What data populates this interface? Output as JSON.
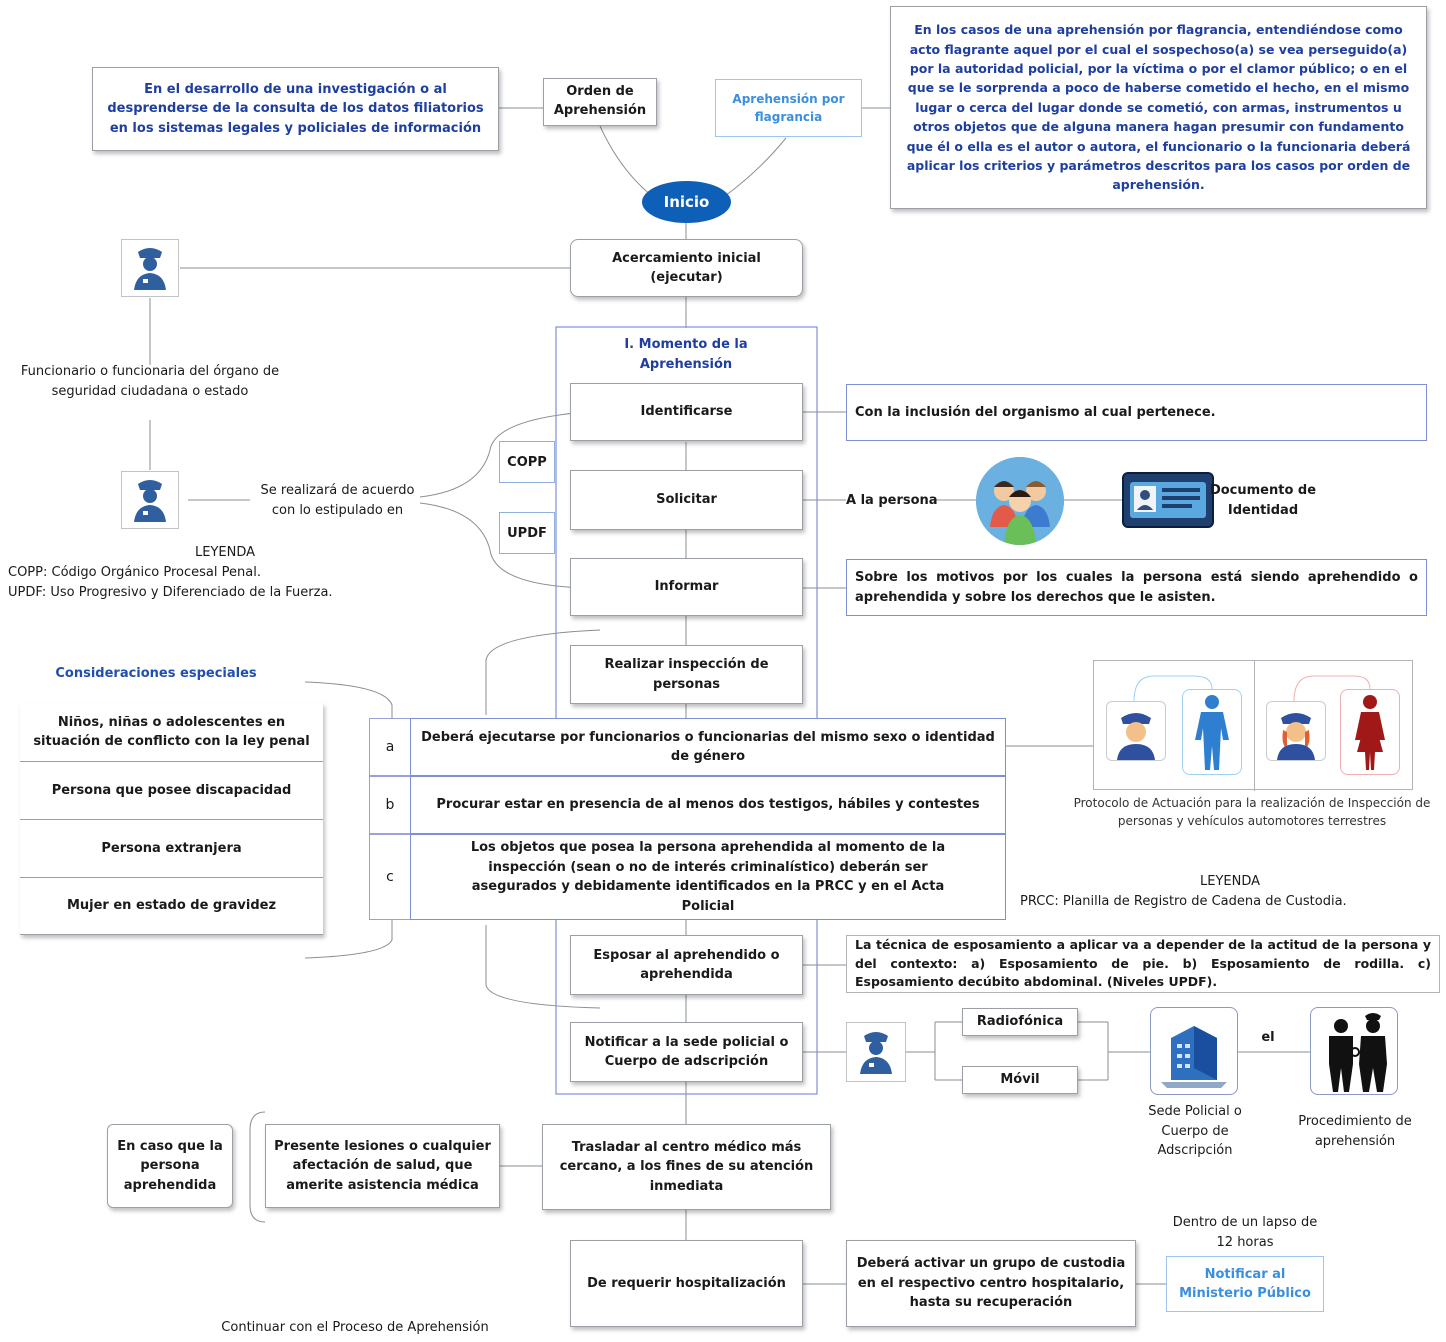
{
  "intro": {
    "investigation_text": "En el desarrollo de una investigación o al desprenderse de la consulta de los datos filiatorios en los sistemas legales y policiales de información",
    "orden_label": "Orden de Aprehensión",
    "flagrancia_label": "Aprehensión por flagrancia",
    "flagrancia_text": "En los casos de una aprehensión por flagrancia, entendiéndose como acto flagrante aquel por el cual el sospechoso(a) se vea perseguido(a) por la autoridad policial, por la víctima o por el clamor público; o en el que se le sorprenda a poco de haberse cometido el hecho, en el mismo lugar o cerca del lugar donde se cometió, con armas, instrumentos u otros objetos que de alguna manera hagan presumir con fundamento que él o ella es el autor o autora, el funcionario o la funcionaria deberá aplicar los criterios y parámetros descritos para los casos por orden de aprehensión.",
    "inicio_label": "Inicio"
  },
  "actors": {
    "officer_label": "Funcionario o funcionaria del órgano de seguridad ciudadana o estado",
    "agreement_text": "Se realizará de acuerdo con lo estipulado en",
    "copp_tab": "COPP",
    "updf_tab": "UPDF",
    "legend_title": "LEYENDA",
    "legend_copp": "COPP: Código Orgánico Procesal Penal.",
    "legend_updf": "UPDF: Uso Progresivo y Diferenciado de la Fuerza."
  },
  "steps": {
    "acercamiento": "Acercamiento inicial (ejecutar)",
    "momento_title": "I. Momento de la Aprehensión",
    "identificarse": "Identificarse",
    "solicitar": "Solicitar",
    "informar": "Informar",
    "inspeccion": "Realizar inspección de personas",
    "esposar": "Esposar al aprehendido o aprehendida",
    "notificar_sede": "Notificar a la sede policial o Cuerpo de adscripción",
    "trasladar": "Trasladar al centro médico más cercano, a los fines de su atención inmediata",
    "hospitalizacion": "De requerir hospitalización"
  },
  "details": {
    "identificarse_note": "Con la inclusión del organismo al cual pertenece.",
    "solicitar_note": "A la persona",
    "documento": "Documento de Identidad",
    "informar_note": "Sobre los motivos por los cuales la persona está siendo aprehendido o aprehendida y sobre los derechos que le asisten.",
    "esposar_note": "La técnica de esposamiento a aplicar va a depender de la actitud de la persona y del contexto: a) Esposamiento de pie. b) Esposamiento de rodilla. c) Esposamiento decúbito abdominal. (Niveles UPDF).",
    "radiofonica": "Radiofónica",
    "movil": "Móvil",
    "el": "el",
    "sede_label": "Sede Policial o Cuerpo de Adscripción",
    "procedimiento_label": "Procedimiento de aprehensión",
    "protocolo_caption": "Protocolo de Actuación para la realización de Inspección de personas y vehículos automotores terrestres",
    "legend_title": "LEYENDA",
    "legend_prcc": "PRCC: Planilla de Registro de Cadena de Custodia."
  },
  "inspection": {
    "rows": [
      {
        "letter": "a",
        "text": "Deberá ejecutarse por funcionarios o funcionarias del mismo sexo o identidad de género"
      },
      {
        "letter": "b",
        "text": "Procurar estar en presencia de al menos dos testigos, hábiles y contestes"
      },
      {
        "letter": "c",
        "text": "Los objetos que posea la persona aprehendida al momento de la inspección (sean o no de interés criminalístico) deberán ser asegurados y debidamente identificados en la PRCC y en el Acta Policial"
      }
    ]
  },
  "special": {
    "title": "Consideraciones especiales",
    "items": [
      "Niños, niñas o adolescentes en situación de conflicto con la ley penal",
      "Persona que posee discapacidad",
      "Persona extranjera",
      "Mujer en estado de gravidez"
    ]
  },
  "medical": {
    "caso": "En caso que la persona aprehendida",
    "lesiones": "Presente lesiones o cualquier afectación de salud, que amerite asistencia médica"
  },
  "hospital": {
    "custodia": "Deberá activar un grupo de custodia en el respectivo centro hospitalario, hasta su recuperación",
    "lapso": "Dentro de un lapso de 12 horas",
    "ministerio": "Notificar al Ministerio Público",
    "continuar": "Continuar con el Proceso de Aprehensión"
  },
  "colors": {
    "inicio": "#0d5fb8",
    "blue_text": "#1f3f9f",
    "light_blue": "#3b8fe0",
    "officer": "#2f5f9f"
  },
  "icons": [
    "officer-icon",
    "group-people-icon",
    "id-card-icon",
    "police-bust-icon",
    "body-silhouette-icon",
    "building-icon",
    "arrest-icon"
  ]
}
